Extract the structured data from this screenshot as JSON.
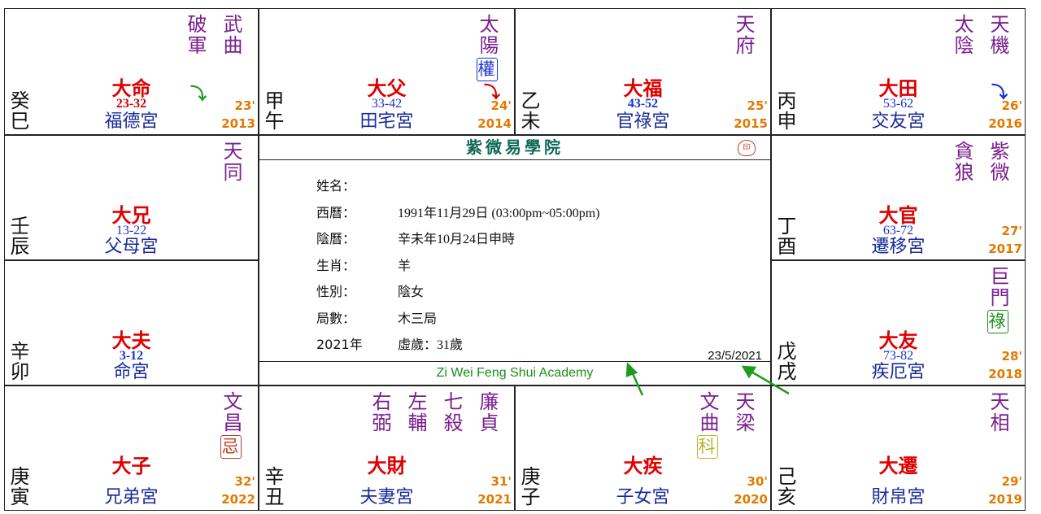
{
  "palaces": [
    {
      "id": "si",
      "stem": "癸巳",
      "stars": [
        "武曲",
        "破軍"
      ],
      "big": "大命",
      "range": "23-32",
      "palace": "福德宮",
      "age": "23'",
      "year": "2013"
    },
    {
      "id": "wu",
      "stem": "甲午",
      "stars": [
        "太陽"
      ],
      "transform": {
        "star": 0,
        "label": "權",
        "color": "#1a33cc"
      },
      "big": "大父",
      "range": "33-42",
      "palace": "田宅宮",
      "age": "24'",
      "year": "2014"
    },
    {
      "id": "wei",
      "stem": "乙未",
      "stars": [
        "天府"
      ],
      "big": "大福",
      "range": "43-52",
      "palace": "官祿宮",
      "age": "25'",
      "year": "2015"
    },
    {
      "id": "shen",
      "stem": "丙申",
      "stars": [
        "天機",
        "太陰"
      ],
      "big": "大田",
      "range": "53-62",
      "palace": "交友宮",
      "age": "26'",
      "year": "2016"
    },
    {
      "id": "chen",
      "stem": "壬辰",
      "stars": [
        "天同"
      ],
      "big": "大兄",
      "range": "13-22",
      "palace": "父母宮",
      "age": "",
      "year": ""
    },
    {
      "id": "you",
      "stem": "丁酉",
      "stars": [
        "紫微",
        "貪狼"
      ],
      "big": "大官",
      "range": "63-72",
      "palace": "遷移宮",
      "age": "27'",
      "year": "2017"
    },
    {
      "id": "mao",
      "stem": "辛卯",
      "stars": [],
      "big": "大夫",
      "range": "3-12",
      "palace": "命宮",
      "age": "",
      "year": ""
    },
    {
      "id": "xu",
      "stem": "戊戌",
      "stars": [
        "巨門"
      ],
      "transform": {
        "star": 0,
        "label": "祿",
        "color": "#1c8c1c"
      },
      "big": "大友",
      "range": "73-82",
      "palace": "疾厄宮",
      "age": "28'",
      "year": "2018"
    },
    {
      "id": "yin",
      "stem": "庚寅",
      "stars": [
        "文昌"
      ],
      "transform": {
        "star": 0,
        "label": "忌",
        "color": "#c0392b"
      },
      "big": "大子",
      "range": "",
      "palace": "兄弟宮",
      "age": "32'",
      "year": "2022"
    },
    {
      "id": "chou",
      "stem": "辛丑",
      "stars": [
        "廉貞",
        "七殺",
        "左輔",
        "右弼"
      ],
      "big": "大財",
      "range": "",
      "palace": "夫妻宮",
      "age": "31'",
      "year": "2021"
    },
    {
      "id": "zi",
      "stem": "庚子",
      "stars": [
        "天梁",
        "文曲"
      ],
      "transform": {
        "star": 1,
        "label": "科",
        "color": "#b5b52a"
      },
      "big": "大疾",
      "range": "",
      "palace": "子女宮",
      "age": "30'",
      "year": "2020"
    },
    {
      "id": "hai",
      "stem": "己亥",
      "stars": [
        "天相"
      ],
      "big": "大遷",
      "range": "",
      "palace": "財帛宮",
      "age": "29'",
      "year": "2019"
    }
  ],
  "center": {
    "academy_cn": "紫微易學院",
    "seal": "印",
    "fields": [
      {
        "label": "姓名：",
        "value": ""
      },
      {
        "label": "西曆：",
        "value": "1991年11月29日 (03:00pm~05:00pm)"
      },
      {
        "label": "陰曆：",
        "value": "辛未年10月24日申時"
      },
      {
        "label": "生肖：",
        "value": "羊"
      },
      {
        "label": "性別：",
        "value": "陰女"
      },
      {
        "label": "局數：",
        "value": "木三局"
      },
      {
        "label": "2021年",
        "value": "虛歲：31歲"
      }
    ],
    "date": "23/5/2021",
    "academy_en": "Zi Wei Feng Shui Academy"
  },
  "colors": {
    "star": "#7a1f8e",
    "big_label": "#e00000",
    "palace": "#1a2a9a",
    "age_year": "#e07a00",
    "arrow_green": "#1c9c1c",
    "arrow_red": "#d40000",
    "arrow_blue": "#1a33cc"
  }
}
